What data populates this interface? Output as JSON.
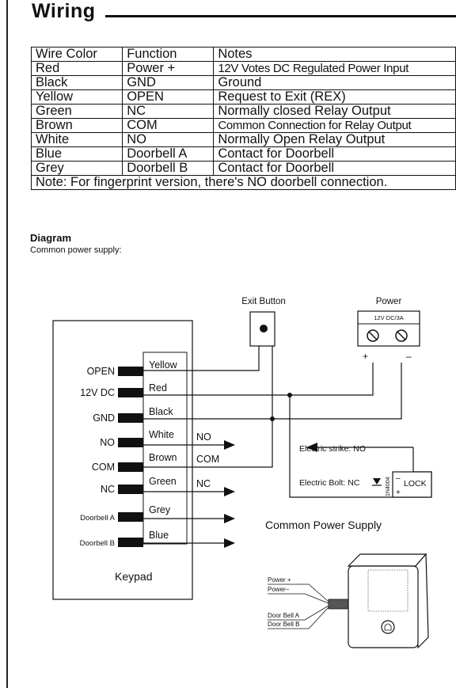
{
  "section": {
    "title": "Wiring"
  },
  "table": {
    "headers": [
      "Wire Color",
      "Function",
      "Notes"
    ],
    "rows": [
      [
        "Red",
        "Power +",
        "12V Votes DC Regulated Power Input"
      ],
      [
        "Black",
        "GND",
        "Ground"
      ],
      [
        "Yellow",
        "OPEN",
        "Request to Exit (REX)"
      ],
      [
        "Green",
        "NC",
        "Normally closed Relay Output"
      ],
      [
        "Brown",
        "COM",
        "Common Connection for Relay Output"
      ],
      [
        "White",
        "NO",
        "Normally Open Relay Output"
      ],
      [
        "Blue",
        "Doorbell A",
        "Contact for Doorbell"
      ],
      [
        "Grey",
        "Doorbell B",
        "Contact for Doorbell"
      ]
    ],
    "note": "Note: For fingerprint version, there's NO doorbell connection."
  },
  "diagram": {
    "title": "Diagram",
    "subtitle": "Common power supply:",
    "exit_button_label": "Exit Button",
    "power_label": "Power",
    "power_rating": "12V DC/3A",
    "plus": "+",
    "minus": "–",
    "keypad_label": "Keypad",
    "terminals": [
      "OPEN",
      "12V DC",
      "GND",
      "NO",
      "COM",
      "NC",
      "Doorbell A",
      "Doorbell B"
    ],
    "wires": [
      "Yellow",
      "Red",
      "Black",
      "White",
      "Brown",
      "Green",
      "Grey",
      "Blue"
    ],
    "outputs": {
      "no": "NO",
      "com": "COM",
      "nc": "NC"
    },
    "electric_strike": "Electric strike: NO",
    "electric_bolt": "Electric Bolt: NC",
    "diode": "1N4004",
    "lock": "LOCK",
    "lock_plus": "+",
    "lock_minus": "–",
    "common_supply": "Common Power Supply",
    "doorbell_wires": [
      "Power +",
      "Power–",
      "Door Bell  A",
      "Door Bell  B"
    ]
  }
}
